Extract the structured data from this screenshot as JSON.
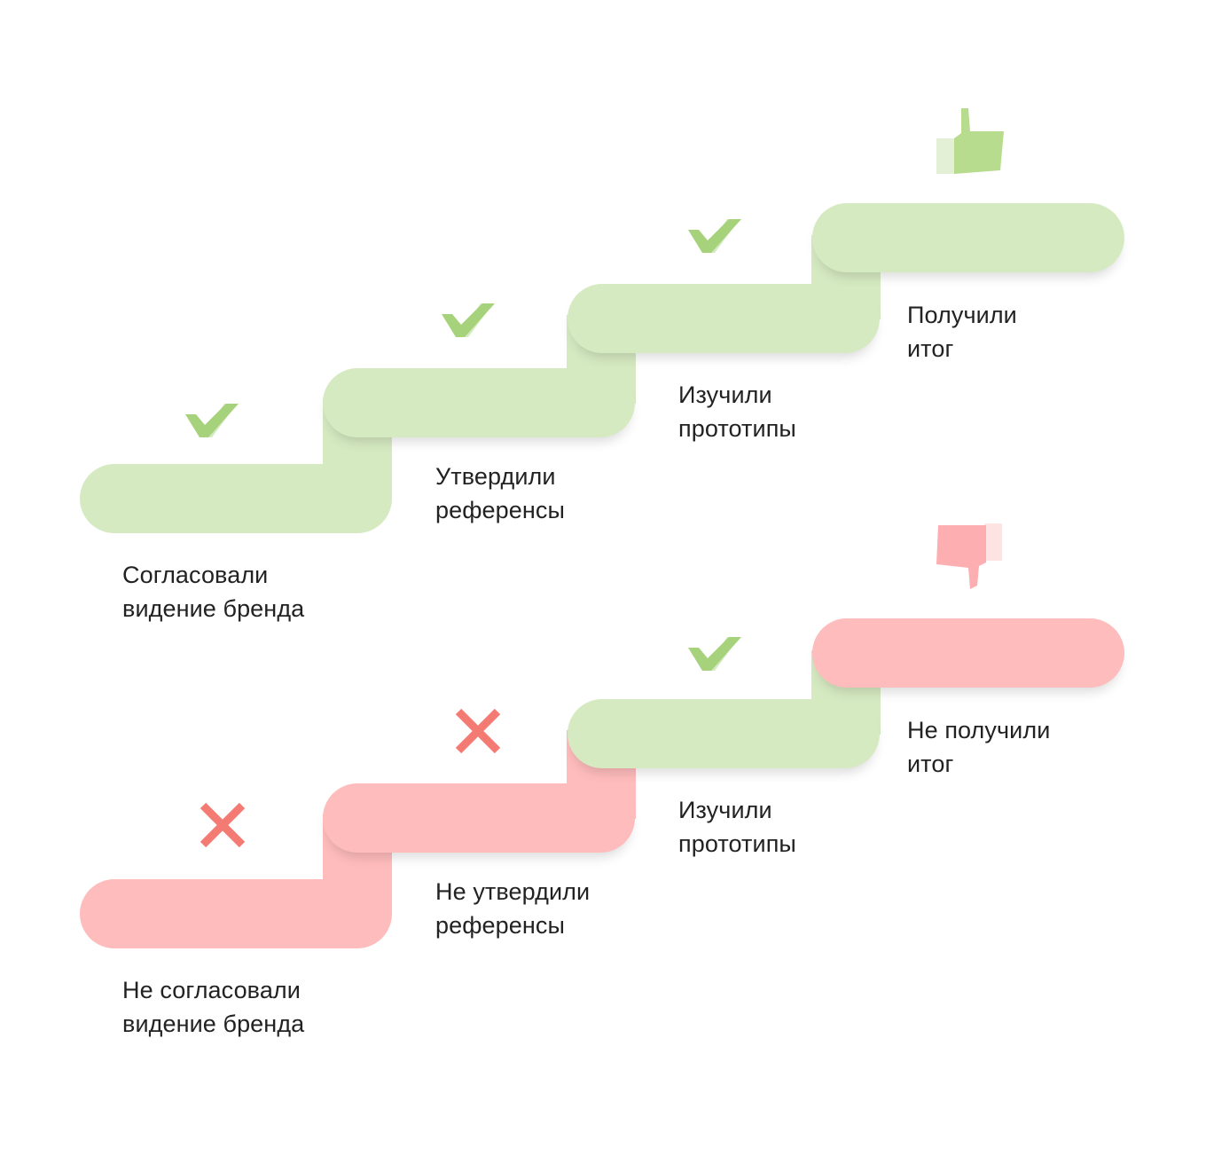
{
  "colors": {
    "success_bar": "#d6eac2",
    "fail_bar": "#ffbcbc",
    "check_dark": "#a6d27c",
    "check_light": "#d6eac2",
    "cross": "#f47a74",
    "thumb_up": "#b7dc8e",
    "thumb_down": "#fdaeb0",
    "text": "#222222"
  },
  "success_path": {
    "steps": [
      {
        "lines": [
          "Согласовали",
          "видение бренда"
        ],
        "status": "done",
        "icon": "double-check-icon"
      },
      {
        "lines": [
          "Утвердили",
          "референсы"
        ],
        "status": "done",
        "icon": "double-check-icon"
      },
      {
        "lines": [
          "Изучили",
          "прототипы"
        ],
        "status": "done",
        "icon": "double-check-icon"
      },
      {
        "lines": [
          "Получили",
          "итог"
        ],
        "status": "positive-result",
        "icon": "thumbs-up-icon"
      }
    ]
  },
  "failure_path": {
    "steps": [
      {
        "lines": [
          "Не согласовали",
          "видение бренда"
        ],
        "status": "failed",
        "icon": "cross-icon"
      },
      {
        "lines": [
          "Не утвердили",
          "референсы"
        ],
        "status": "failed",
        "icon": "cross-icon"
      },
      {
        "lines": [
          "Изучили",
          "прототипы"
        ],
        "status": "done",
        "icon": "double-check-icon"
      },
      {
        "lines": [
          "Не получили",
          "итог"
        ],
        "status": "negative-result",
        "icon": "thumbs-down-icon"
      }
    ]
  }
}
